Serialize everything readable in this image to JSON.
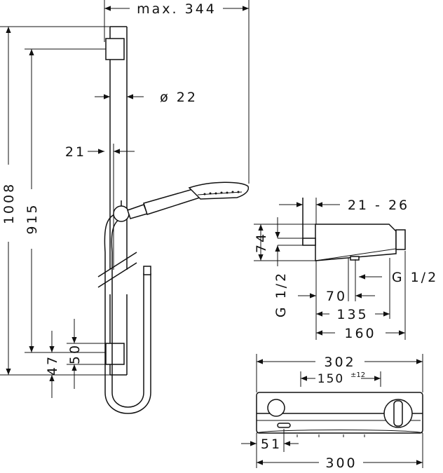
{
  "shower_set": {
    "max_reach": "max. 344",
    "rail_diameter": "ø 22",
    "wall_offset": "21",
    "total_height": "1008",
    "rail_length": "915",
    "bracket_height": "50",
    "bracket_offset": "47"
  },
  "thermostat_side": {
    "depth_range": "21 - 26",
    "height": "74",
    "connection_left": "G 1/2",
    "connection_right": "G 1/2",
    "outlet_distance": "70",
    "outlet_depth": "135",
    "total_depth": "160"
  },
  "thermostat_front": {
    "total_width": "302",
    "connection_spacing": "150",
    "spacing_tolerance": "±12",
    "left_offset": "51",
    "body_width": "300"
  }
}
